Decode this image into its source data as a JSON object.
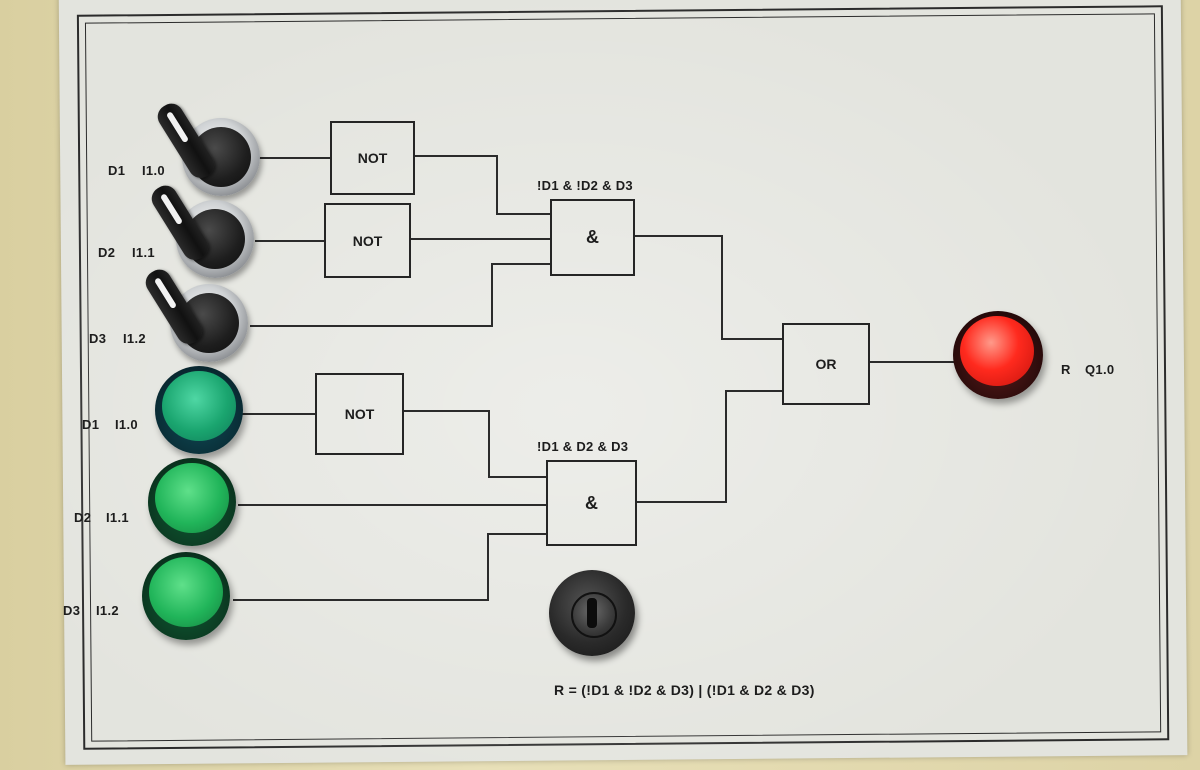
{
  "inputs": {
    "selectors": [
      {
        "name": "D1",
        "address": "I1.0"
      },
      {
        "name": "D2",
        "address": "I1.1"
      },
      {
        "name": "D3",
        "address": "I1.2"
      }
    ],
    "lamps": [
      {
        "name": "D1",
        "address": "I1.0"
      },
      {
        "name": "D2",
        "address": "I1.1"
      },
      {
        "name": "D3",
        "address": "I1.2"
      }
    ]
  },
  "gates": {
    "not1": "NOT",
    "not2": "NOT",
    "not3": "NOT",
    "and1": "&",
    "and2": "&",
    "or1": "OR"
  },
  "expressions": {
    "and1": "!D1 & !D2 & D3",
    "and2": "!D1 & D2 & D3",
    "result": "R = (!D1 & !D2 & D3) | (!D1 & D2 & D3)"
  },
  "output": {
    "name": "R",
    "address": "Q1.0"
  },
  "colors": {
    "panel": "#e3e4de",
    "wire": "#2b2b2b",
    "lamp_green": "#21b55a",
    "lamp_red": "#ff2a1e"
  }
}
